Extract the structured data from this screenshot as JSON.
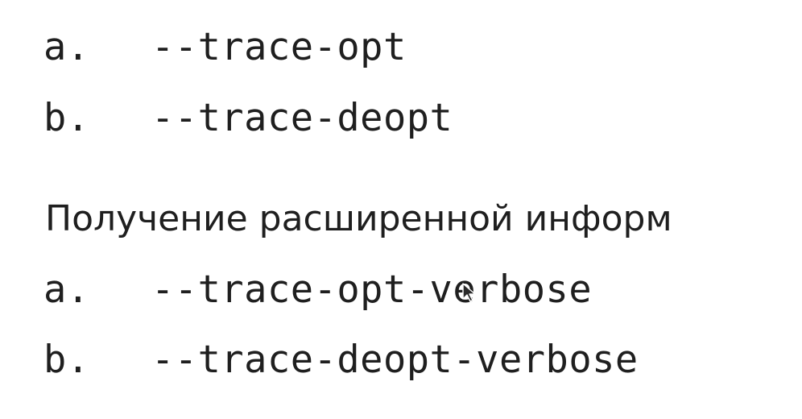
{
  "section_one": {
    "items": [
      {
        "marker": "a.",
        "flag": "--trace-opt"
      },
      {
        "marker": "b.",
        "flag": "--trace-deopt"
      }
    ]
  },
  "section_two": {
    "heading": "Получение расширенной информ",
    "items": [
      {
        "marker": "a.",
        "flag": "--trace-opt-verbose"
      },
      {
        "marker": "b.",
        "flag": "--trace-deopt-verbose"
      }
    ]
  },
  "icons": {
    "cursor": "mouse-pointer-icon"
  },
  "colors": {
    "text": "#1f1f1f",
    "background": "#ffffff"
  }
}
